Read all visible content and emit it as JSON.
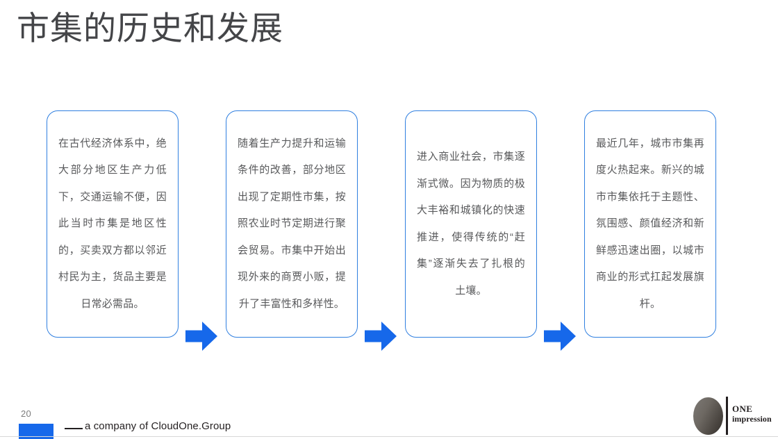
{
  "slide": {
    "title": "市集的历史和发展",
    "page_number": "20",
    "title_color": "#444548",
    "accent_color": "#1668ea",
    "card_border_color": "#2f7fe0",
    "card_text_color": "#58595b"
  },
  "flow": {
    "cards": [
      {
        "text": "在古代经济体系中，绝大部分地区生产力低下，交通运输不便，因此当时市集是地区性的，买卖双方都以邻近村民为主，货品主要是日常必需品。"
      },
      {
        "text": "随着生产力提升和运输条件的改善，部分地区出现了定期性市集，按照农业时节定期进行聚会贸易。市集中开始出现外来的商贾小贩，提升了丰富性和多样性。"
      },
      {
        "text": "进入商业社会，市集逐渐式微。因为物质的极大丰裕和城镇化的快速推进，使得传统的“赶集”逐渐失去了扎根的土壤。"
      },
      {
        "text": "最近几年，城市市集再度火热起来。新兴的城市市集依托于主题性、氛围感、颜值经济和新鲜感迅速出圈，以城市商业的形式扛起发展旗杆。"
      }
    ],
    "arrows": [
      {
        "icon": "arrow-right-icon"
      },
      {
        "icon": "arrow-right-icon"
      },
      {
        "icon": "arrow-right-icon"
      }
    ]
  },
  "footer": {
    "tagline": "a company of CloudOne.Group",
    "logo": {
      "line1": "ONE",
      "line2": "impression"
    }
  }
}
